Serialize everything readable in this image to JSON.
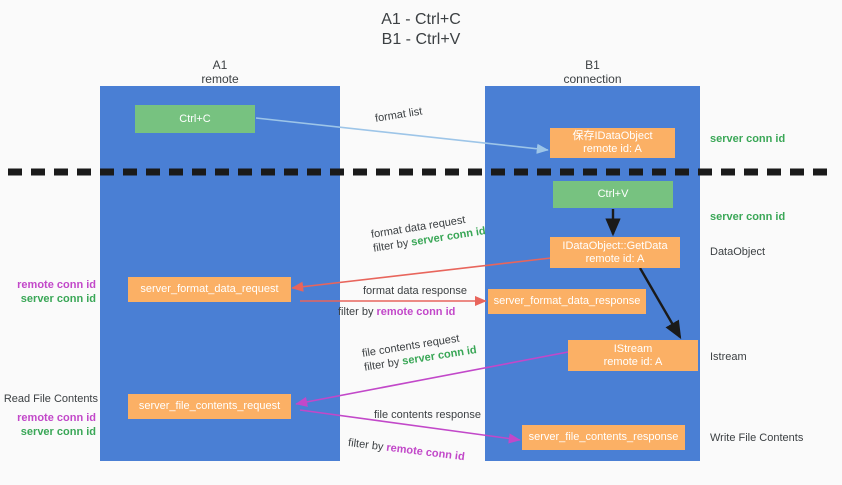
{
  "title": {
    "line1": "A1 - Ctrl+C",
    "line2": "B1 - Ctrl+V"
  },
  "colors": {
    "background": "#fafafa",
    "lane": "#4a7fd4",
    "green_box": "#77c280",
    "orange_box": "#fbb065",
    "green_text": "#3aa757",
    "magenta_text": "#c248c9",
    "text": "#3c4043",
    "divider": "#1a1a1a",
    "arrow_light_blue": "#9dc5e8",
    "arrow_red": "#e8655c",
    "arrow_magenta": "#c248c9",
    "arrow_dark": "#1a1a1a"
  },
  "columns": [
    {
      "name": "A1",
      "subtitle": "remote"
    },
    {
      "name": "B1",
      "subtitle": "connection"
    }
  ],
  "boxes": {
    "ctrl_c": {
      "line1": "Ctrl+C"
    },
    "save_idataobject": {
      "line1": "保存IDataObject",
      "line2": "remote id: A"
    },
    "ctrl_v": {
      "line1": "Ctrl+V"
    },
    "getdata": {
      "line1": "IDataObject::GetData",
      "line2": "remote id: A"
    },
    "istream": {
      "line1": "IStream",
      "line2": "remote id: A"
    },
    "server_format_data_request": {
      "line1": "server_format_data_request"
    },
    "server_format_data_response": {
      "line1": "server_format_data_response"
    },
    "server_file_contents_request": {
      "line1": "server_file_contents_request"
    },
    "server_file_contents_response": {
      "line1": "server_file_contents_response"
    }
  },
  "arrow_labels": {
    "format_list": "format list",
    "format_data_request": "format data request",
    "format_data_request_filter_prefix": "filter by ",
    "format_data_request_filter_key": "server conn id",
    "format_data_response": "format data response",
    "format_data_response_filter_prefix": "filter by ",
    "format_data_response_filter_key": "remote conn id",
    "file_contents_request": "file contents request",
    "file_contents_request_filter_prefix": "filter by ",
    "file_contents_request_filter_key": "server conn id",
    "file_contents_response": "file contents response",
    "file_contents_response_filter_prefix": "filter by ",
    "file_contents_response_filter_key": "remote conn id"
  },
  "right_annotations": [
    {
      "label": "server conn id",
      "kind": "green"
    },
    {
      "label": "server conn id",
      "kind": "green"
    },
    {
      "label": "DataObject",
      "kind": "plain"
    },
    {
      "label": "Istream",
      "kind": "plain"
    },
    {
      "label": "Write File Contents",
      "kind": "plain"
    }
  ],
  "left_annotations": {
    "format_block": {
      "remote": "remote conn id",
      "server": "server conn id"
    },
    "read_file_contents": "Read File Contents",
    "file_block": {
      "remote": "remote conn id",
      "server": "server conn id"
    }
  }
}
